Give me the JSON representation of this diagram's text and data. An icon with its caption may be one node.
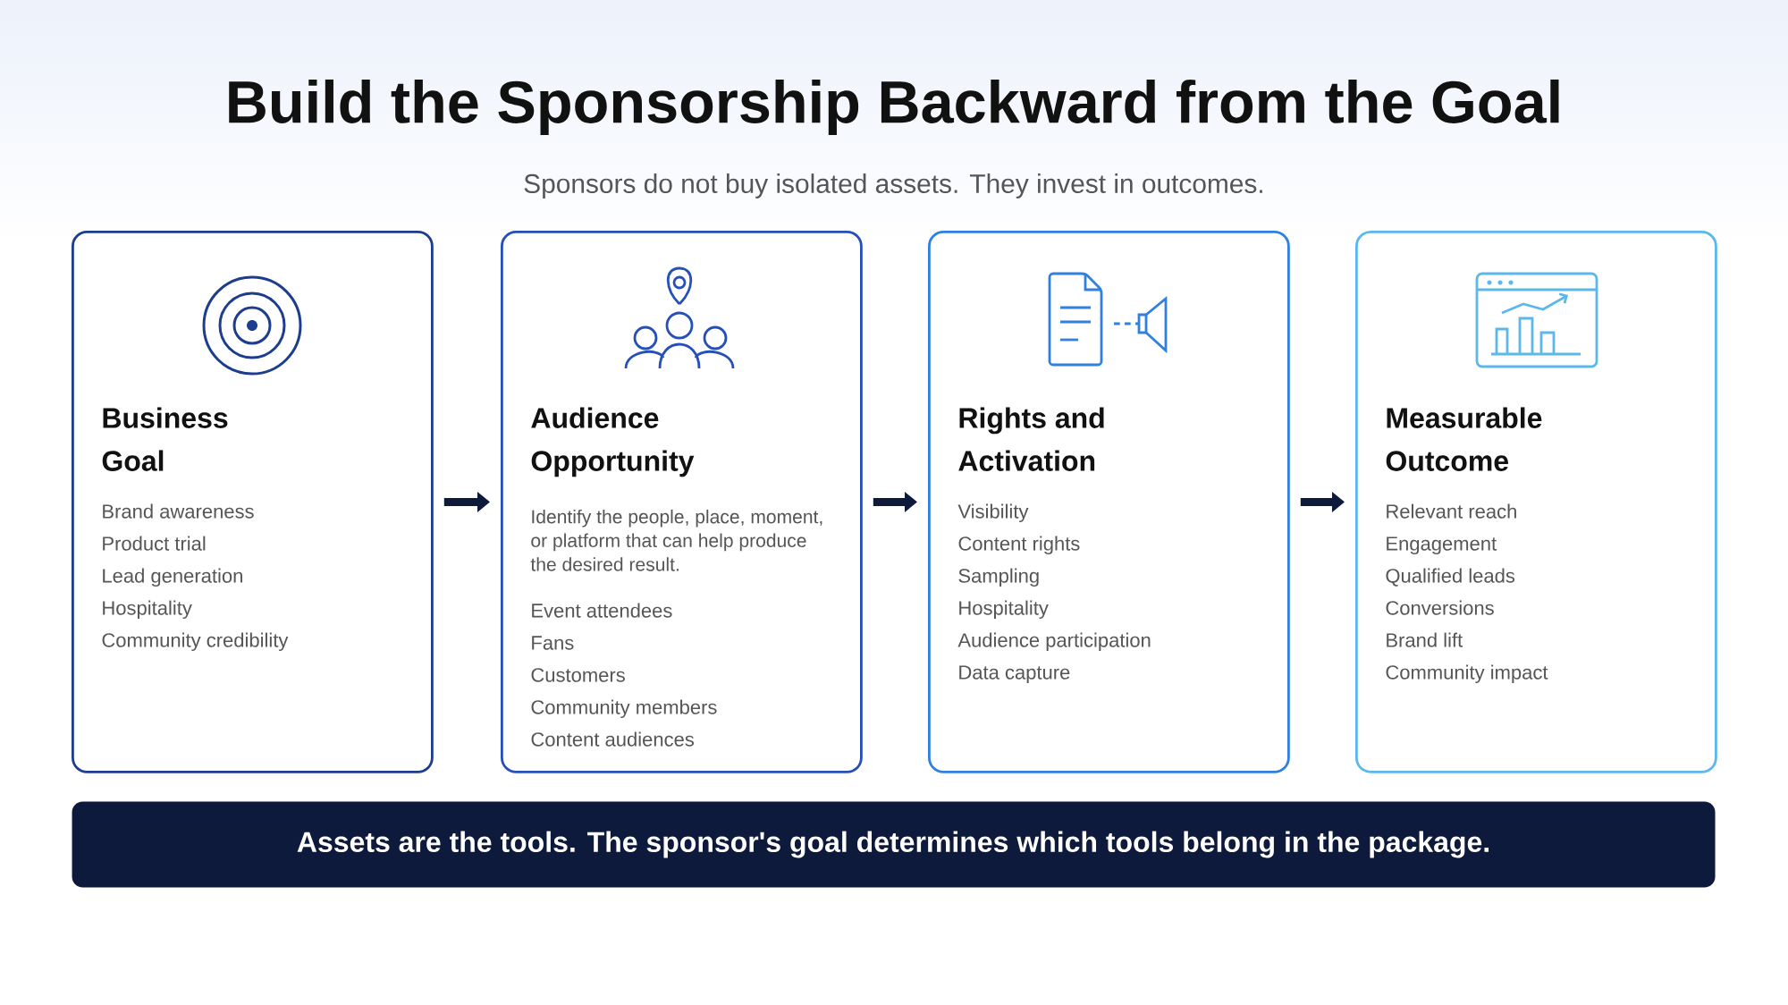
{
  "diagram": {
    "title": "Build the Sponsorship Backward from the Goal",
    "nodes": [
      {
        "text": [
          "Business Goal",
          "Brand awareness",
          "Product trial",
          "Lead generation",
          "Hospitality",
          "Community credibility"
        ]
      },
      {
        "text": [
          "Audience Opportunity",
          "Identify the people, place, moment, or platform that can help produce the desired result.",
          "Event attendees",
          "Fans",
          "Customers",
          "Community members",
          "Content audiences"
        ]
      },
      {
        "text": [
          "Rights and Activation",
          "Visibility",
          "Content rights",
          "Sampling",
          "Hospitality",
          "Audience participation",
          "Data capture"
        ]
      },
      {
        "text": [
          "Measurable Outcome",
          "Relevant reach",
          "Engagement",
          "Qualified leads",
          "Conversions",
          "Brand lift",
          "Community impact"
        ]
      },
      {
        "text": [
          "Assets are the tools. The sponsor's goal determines which tools belong in the package."
        ]
      }
    ],
    "edges": [
      {
        "from": 0,
        "to": 1,
        "arrow": "to"
      },
      {
        "from": 1,
        "to": 2,
        "arrow": "to"
      },
      {
        "from": 2,
        "to": 3,
        "arrow": "to"
      }
    ],
    "labels": [
      "Sponsors do not buy isolated assets. They invest in outcomes."
    ]
  }
}
